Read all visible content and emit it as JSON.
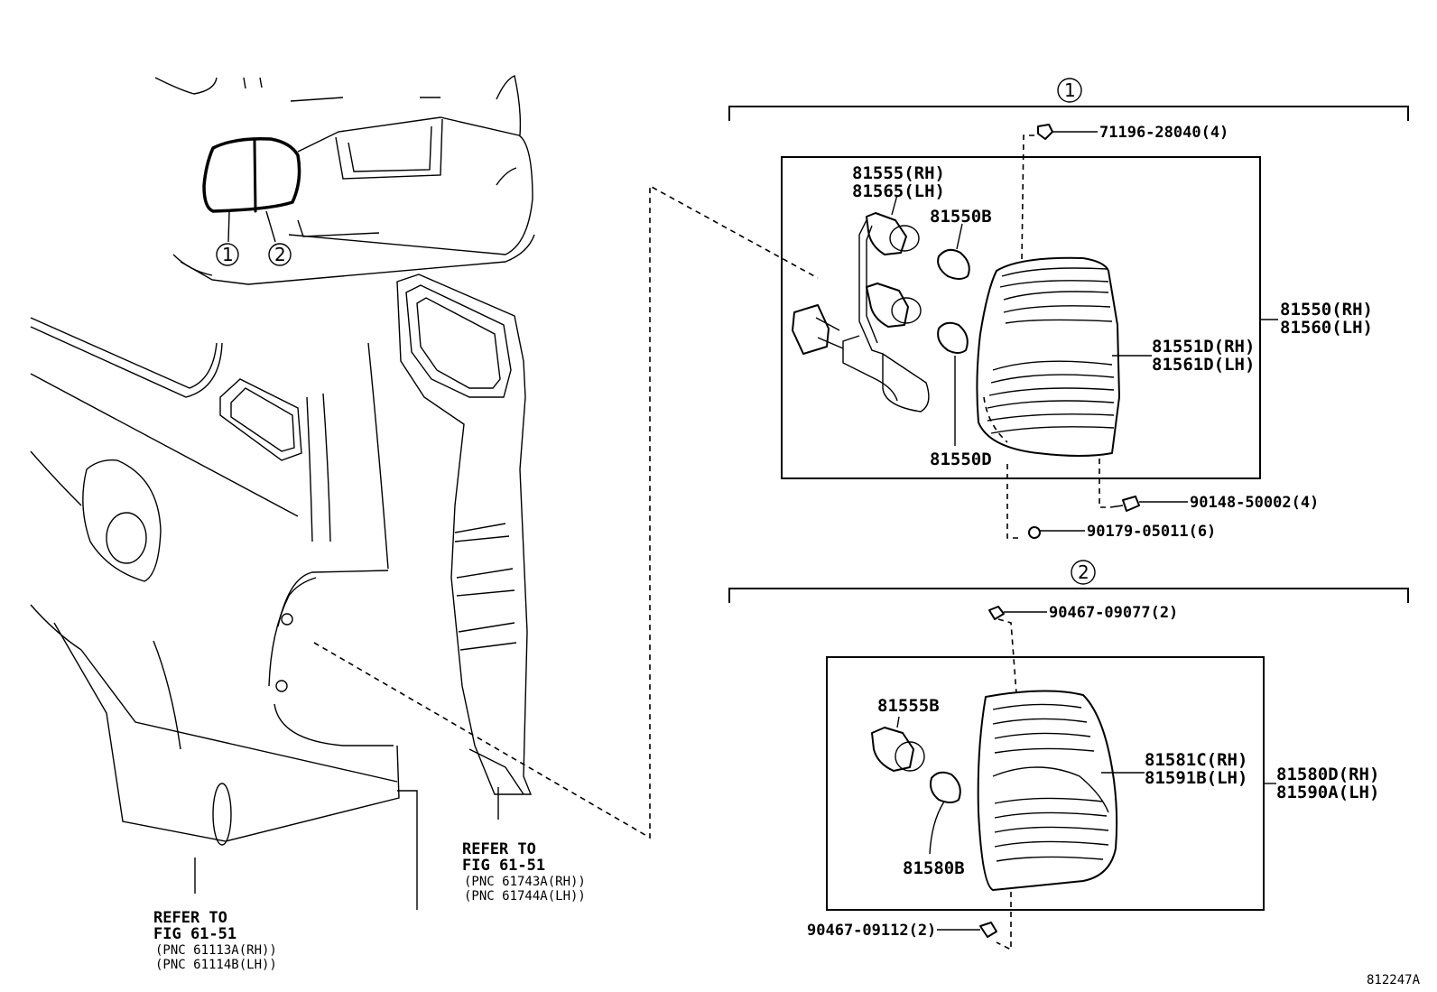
{
  "diagram_id": "812247A",
  "callouts": {
    "one": "1",
    "two": "2"
  },
  "group1": {
    "screw_top": "71196-28040(4)",
    "socket_rh": "81555(RH)",
    "socket_lh": "81565(LH)",
    "bulb_upper": "81550B",
    "bulb_lower": "81550D",
    "lens_rh": "81551D(RH)",
    "lens_lh": "81561D(LH)",
    "lamp_rh": "81550(RH)",
    "lamp_lh": "81560(LH)",
    "nut": "90148-50002(4)",
    "clip": "90179-05011(6)"
  },
  "group2": {
    "clip_top": "90467-09077(2)",
    "socket": "81555B",
    "bulb": "81580B",
    "lens_rh": "81581C(RH)",
    "lens_lh": "81591B(LH)",
    "lamp_rh": "81580D(RH)",
    "lamp_lh": "81590A(LH)",
    "clip_bottom": "90467-09112(2)"
  },
  "refer_center": {
    "line1": "REFER TO",
    "line2": "FIG 61-51",
    "line3": "(PNC 61743A(RH))",
    "line4": "(PNC 61744A(LH))"
  },
  "refer_left": {
    "line1": "REFER TO",
    "line2": "FIG 61-51",
    "line3": "(PNC 61113A(RH))",
    "line4": "(PNC 61114B(LH))"
  }
}
